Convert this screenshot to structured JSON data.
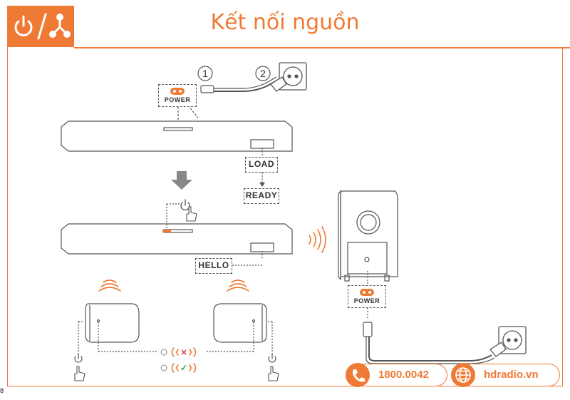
{
  "title": "Kết nối nguồn",
  "labels": {
    "power_top": "POWER",
    "power_sub": "POWER",
    "load": "LOAD",
    "ready": "READY",
    "hello": "HELLO"
  },
  "steps": [
    "1",
    "2"
  ],
  "contact": {
    "phone": "1800.0042",
    "website": "hdradio.vn"
  },
  "page_number": "8",
  "icons": [
    "power-icon",
    "network-icon",
    "phone-icon",
    "globe-icon",
    "hand-pointer-icon",
    "plug-icon"
  ],
  "colors": {
    "accent": "#ef7a35",
    "line": "#555555"
  }
}
